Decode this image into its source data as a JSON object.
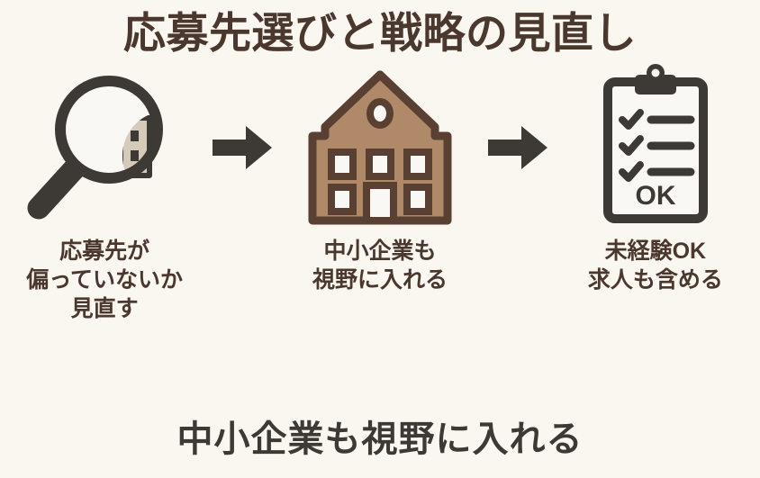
{
  "page": {
    "title": "応募先選びと戦略の見直し",
    "footer_text": "中小企業も視野に入れる",
    "background_color": "#faf6f0",
    "title_color": "#4a372e",
    "footer_color": "#3d3935"
  },
  "colors": {
    "dark_brown": "#4a372e",
    "charcoal": "#3d3935",
    "house_fill": "#b08968",
    "house_outline": "#5a4032",
    "building_fill": "#d6cabb",
    "building_outline": "#3d3935",
    "paper_white": "#faf8f4",
    "arrow": "#3d3935"
  },
  "steps": [
    {
      "icon_name": "magnifier-buildings-icon",
      "caption_lines": [
        "応募先が",
        "偏っていないか",
        "見直す"
      ]
    },
    {
      "icon_name": "company-building-icon",
      "caption_lines": [
        "中小企業も",
        "視野に入れる"
      ]
    },
    {
      "icon_name": "clipboard-checklist-icon",
      "caption_lines": [
        "未経験OK",
        "求人も含める"
      ],
      "clipboard_label": "OK"
    }
  ],
  "arrows": [
    {
      "icon_name": "arrow-right-icon"
    },
    {
      "icon_name": "arrow-right-icon"
    }
  ]
}
